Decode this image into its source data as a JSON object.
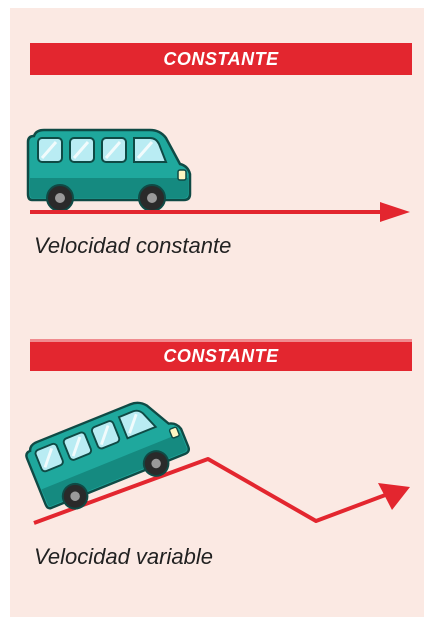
{
  "sections": [
    {
      "label": "CONSTANTE",
      "caption": "Velocidad constante"
    },
    {
      "label": "CONSTANTE",
      "caption": "Velocidad variable"
    }
  ],
  "colors": {
    "background": "#fbe9e3",
    "banner": "#e3262f",
    "arrow": "#e3262f",
    "van_body": "#1fa89d",
    "van_window": "#b9ecf3"
  },
  "icons": [
    "van-icon",
    "arrow"
  ]
}
